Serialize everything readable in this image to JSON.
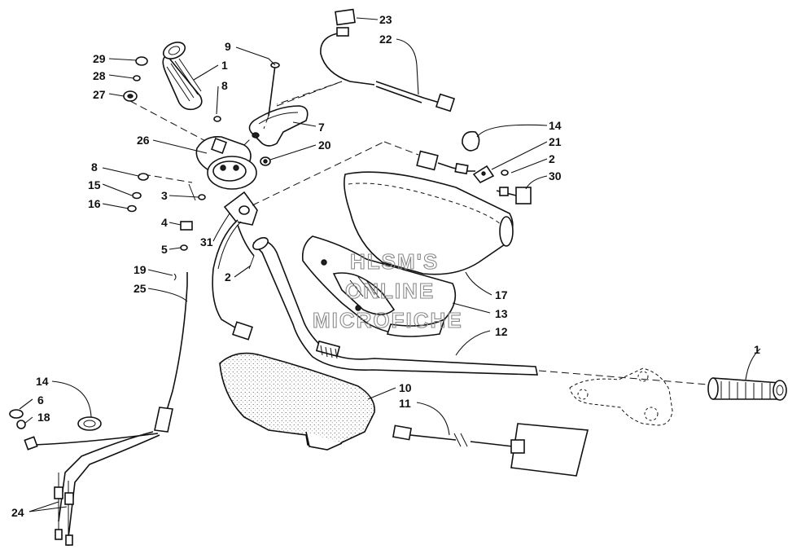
{
  "watermark": {
    "line1": "HLSM'S",
    "line2": "ONLINE",
    "line3": "MICROFICHE"
  },
  "callouts": [
    {
      "id": "c29",
      "label": "29"
    },
    {
      "id": "c28",
      "label": "28"
    },
    {
      "id": "c27",
      "label": "27"
    },
    {
      "id": "c1a",
      "label": "1"
    },
    {
      "id": "c8a",
      "label": "8"
    },
    {
      "id": "c9",
      "label": "9"
    },
    {
      "id": "c23",
      "label": "23"
    },
    {
      "id": "c22",
      "label": "22"
    },
    {
      "id": "c7",
      "label": "7"
    },
    {
      "id": "c26",
      "label": "26"
    },
    {
      "id": "c20",
      "label": "20"
    },
    {
      "id": "c14a",
      "label": "14"
    },
    {
      "id": "c21",
      "label": "21"
    },
    {
      "id": "c2a",
      "label": "2"
    },
    {
      "id": "c30",
      "label": "30"
    },
    {
      "id": "c8b",
      "label": "8"
    },
    {
      "id": "c15",
      "label": "15"
    },
    {
      "id": "c16",
      "label": "16"
    },
    {
      "id": "c3",
      "label": "3"
    },
    {
      "id": "c4",
      "label": "4"
    },
    {
      "id": "c5",
      "label": "5"
    },
    {
      "id": "c31",
      "label": "31"
    },
    {
      "id": "c2b",
      "label": "2"
    },
    {
      "id": "c19",
      "label": "19"
    },
    {
      "id": "c25",
      "label": "25"
    },
    {
      "id": "c17",
      "label": "17"
    },
    {
      "id": "c13",
      "label": "13"
    },
    {
      "id": "c12",
      "label": "12"
    },
    {
      "id": "c1b",
      "label": "1"
    },
    {
      "id": "c10",
      "label": "10"
    },
    {
      "id": "c11",
      "label": "11"
    },
    {
      "id": "c14b",
      "label": "14"
    },
    {
      "id": "c6",
      "label": "6"
    },
    {
      "id": "c18",
      "label": "18"
    },
    {
      "id": "c24",
      "label": "24"
    }
  ]
}
